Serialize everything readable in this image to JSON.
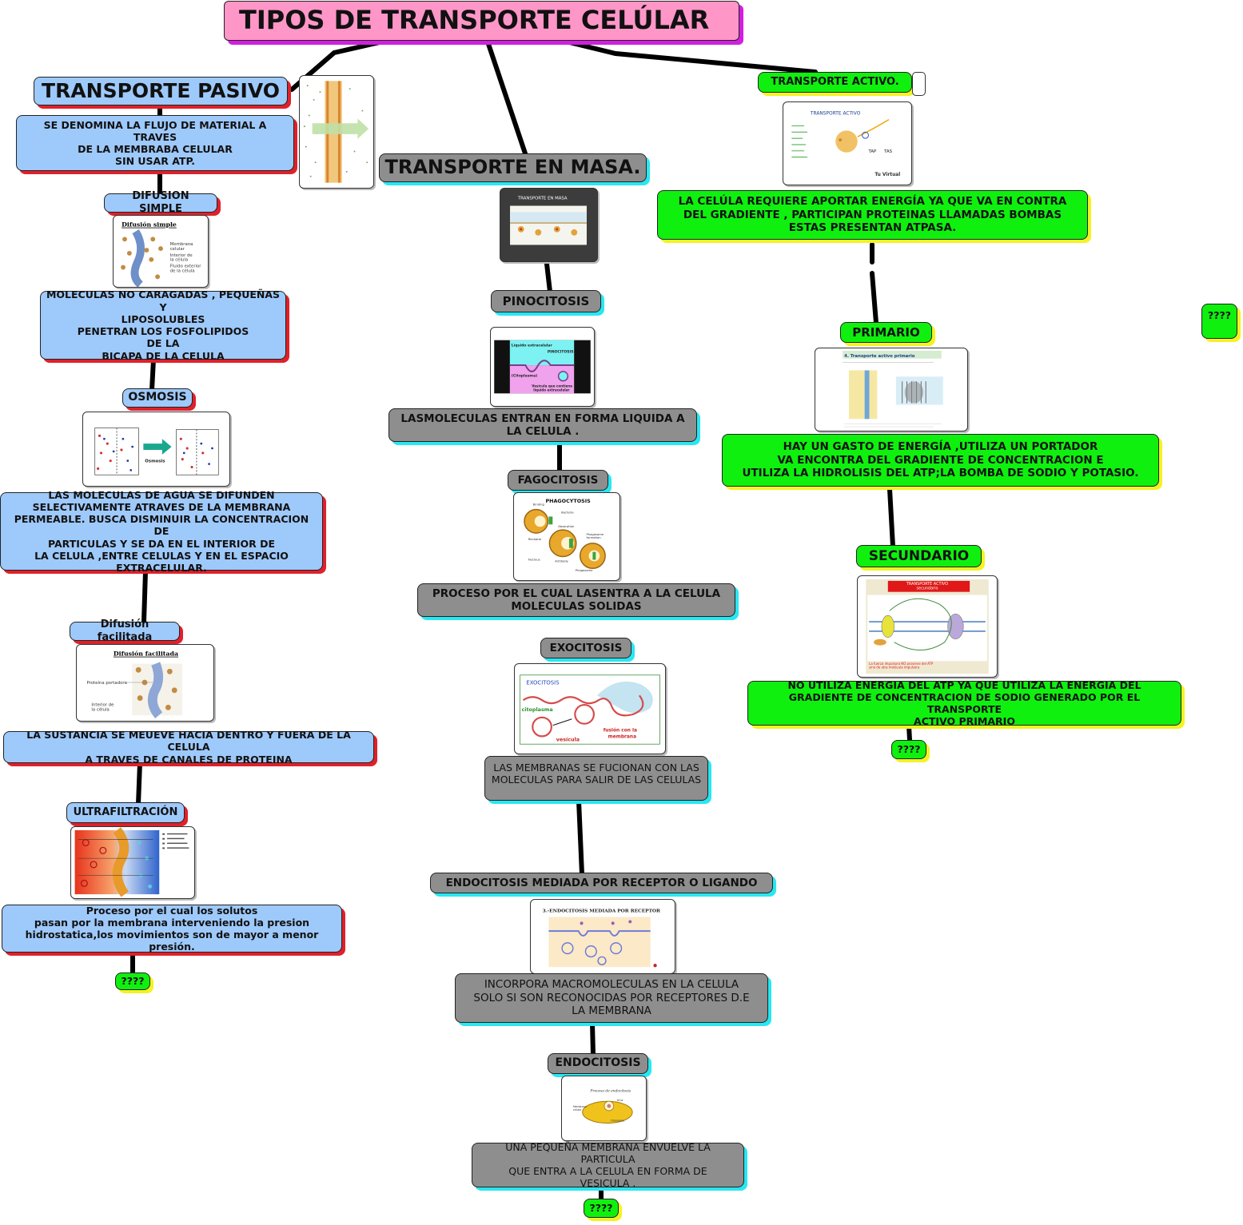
{
  "title": "TIPOS DE TRANSPORTE CELÚLAR",
  "pasivo": {
    "heading": "TRANSPORTE PASIVO",
    "definition": "SE DENOMINA LA FLUJO DE MATERIAL A TRAVES\nDE LA MEMBRABA CELULAR\nSIN USAR ATP.",
    "difusion_simple": {
      "label": "DIFUSION SIMPLE",
      "image_title": "Difusión simple",
      "image_labels": [
        "Membrana\ncelular",
        "Interior de\nla célula",
        "Fluido exterior\nde la célula"
      ],
      "text": "MOLECULAS NO CARAGADAS , PEQUEÑAS Y\nLIPOSOLUBLES\nPENETRAN LOS FOSFOLIPIDOS\nDE LA\nBICAPA DE LA CELULA"
    },
    "osmosis": {
      "label": "OSMOSIS",
      "image_label": "Osmosis",
      "text": "LAS MOLECULAS DE AGUA SE DIFUNDEN\nSELECTIVAMENTE ATRAVES DE LA MEMBRANA\nPERMEABLE. BUSCA DISMINUIR LA CONCENTRACION DE\nPARTICULAS Y SE DA EN EL INTERIOR DE\nLA CELULA ,ENTRE CELULAS Y EN EL ESPACIO\nEXTRACELULAR."
    },
    "difusion_facilitada": {
      "label": "Difusión facilitada",
      "image_title": "Difusión facilitada",
      "image_labels": [
        "Proteína portadora",
        "Interior de\nla célula"
      ],
      "text": "LA SUSTANCIA SE MEUEVE HACIA DENTRO Y FUERA DE LA CELULA\nA TRAVES DE CANALES DE PROTEINA"
    },
    "ultrafiltracion": {
      "label": "ULTRAFILTRACIÓN",
      "text": "Proceso por el cual los solutos\npasan por la membrana interveniendo la presion\nhidrostatica,los movimientos son de mayor a menor presión."
    },
    "end": "????"
  },
  "masa": {
    "heading": "TRANSPORTE EN MASA.",
    "image_title": "TRANSPORTE EN MASA",
    "pinocitosis": {
      "label": "PINOCITOSIS",
      "image_labels": [
        "Líquido extracelular",
        "PINOCITOSIS",
        "(Citoplasma)",
        "Vesícula que contiene\nlíquido extracelular"
      ],
      "text": "LASMOLECULAS ENTRAN EN FORMA LIQUIDA A\nLA CELULA ."
    },
    "fagocitosis": {
      "label": "FAGOCITOSIS",
      "image_title": "PHAGOCYTOSIS",
      "text": "PROCESO POR EL CUAL LASENTRA  A LA CELULA\nMOLECULAS SOLIDAS"
    },
    "exocitosis": {
      "label": "EXOCITOSIS",
      "image_labels": [
        "EXOCITOSIS",
        "citoplasma",
        "vesícula",
        "fusión con la\nmembrana"
      ],
      "text": "LAS MEMBRANAS SE FUCIONAN CON LAS\nMOLECULAS PARA SALIR DE LAS CELULAS"
    },
    "endocitosis_receptor": {
      "label": "ENDOCITOSIS MEDIADA POR RECEPTOR O LIGANDO",
      "image_title": "3.-ENDOCITOSIS MEDIADA POR RECEPTOR",
      "text": "INCORPORA MACROMOLECULAS EN LA CELULA\nSOLO SI SON RECONOCIDAS POR RECEPTORES D.E\nLA MEMBRANA"
    },
    "endocitosis": {
      "label": "ENDOCITOSIS",
      "image_title": "Proceso de endocitosis",
      "text": "UNA PEQUEÑA MEMBRANA ENVUELVE LA PARTICULA\nQUE ENTRA A LA  CELULA EN FORMA DE\nVESICULA ."
    },
    "end": "????"
  },
  "activo": {
    "heading": "TRANSPORTE ACTIVO.",
    "image_title": "TRANSPORTE ACTIVO",
    "image_labels": [
      "TAP",
      "TAS",
      "Tu Virtual"
    ],
    "text": "LA CELÚLA REQUIERE APORTAR ENERGÍA YA QUE VA EN CONTRA\nDEL GRADIENTE , PARTICIPAN PROTEINAS LLAMADAS BOMBAS\nESTAS PRESENTAN ATPASA.",
    "primario": {
      "label": "PRIMARIO",
      "image_title": "4. Transporte activo primario",
      "text": "HAY UN GASTO DE ENERGÍA ,UTILIZA UN PORTADOR\nVA ENCONTRA DEL GRADIENTE DE CONCENTRACION E\nUTILIZA LA HIDROLISIS DEL ATP;LA BOMBA DE SODIO Y POTASIO."
    },
    "secundario": {
      "label": "SECUNDARIO",
      "image_title": "TRANSPORTE ACTIVO\nsecundario",
      "text": "NO UTILIZA ENERGIA DEL ATP YA QUE UTILIZA LA ENERGIA DEL\nGRADIENTE DE CONCENTRACION DE SODIO GENERADO POR EL TRANSPORTE\nACTIVO PRIMARIO"
    },
    "end": "????",
    "floating": "????"
  },
  "colors": {
    "pasivo": "#9ec9fb",
    "pasivo_shadow": "#e0202a",
    "masa": "#8e8e8e",
    "masa_shadow": "#27e7f2",
    "activo": "#0ff00f",
    "activo_shadow": "#f3f322",
    "title": "#ff96c8",
    "title_shadow": "#d21ee0",
    "connector": "#000000"
  }
}
